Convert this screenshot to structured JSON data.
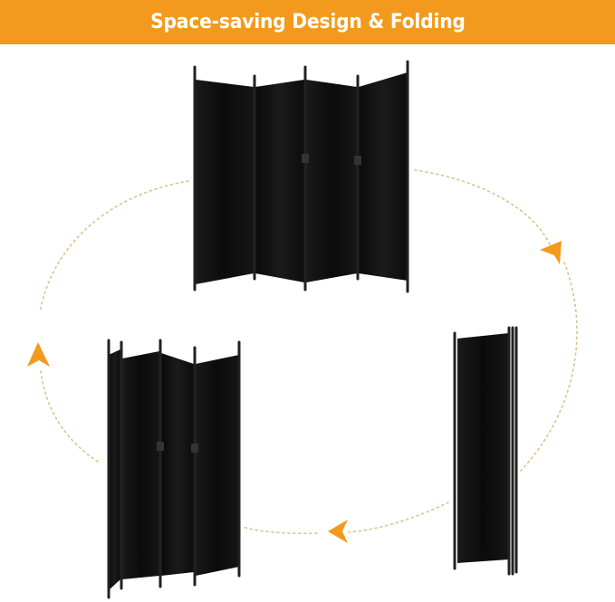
{
  "banner": {
    "title": "Space-saving Design & Folding",
    "background_color": "#F39A1E",
    "text_color": "#FFFFFF"
  },
  "illustration": {
    "panel_color": "#0D0D0D",
    "frame_color": "#1A1A1A",
    "cycle_path_color": "#D9C48A",
    "arrow_color": "#F39A1E",
    "views": [
      "unfolded-screen",
      "folded-screen",
      "partially-folded-screen"
    ],
    "icons": [
      "arrow-right-down-icon",
      "arrow-left-icon",
      "arrow-up-icon"
    ]
  }
}
